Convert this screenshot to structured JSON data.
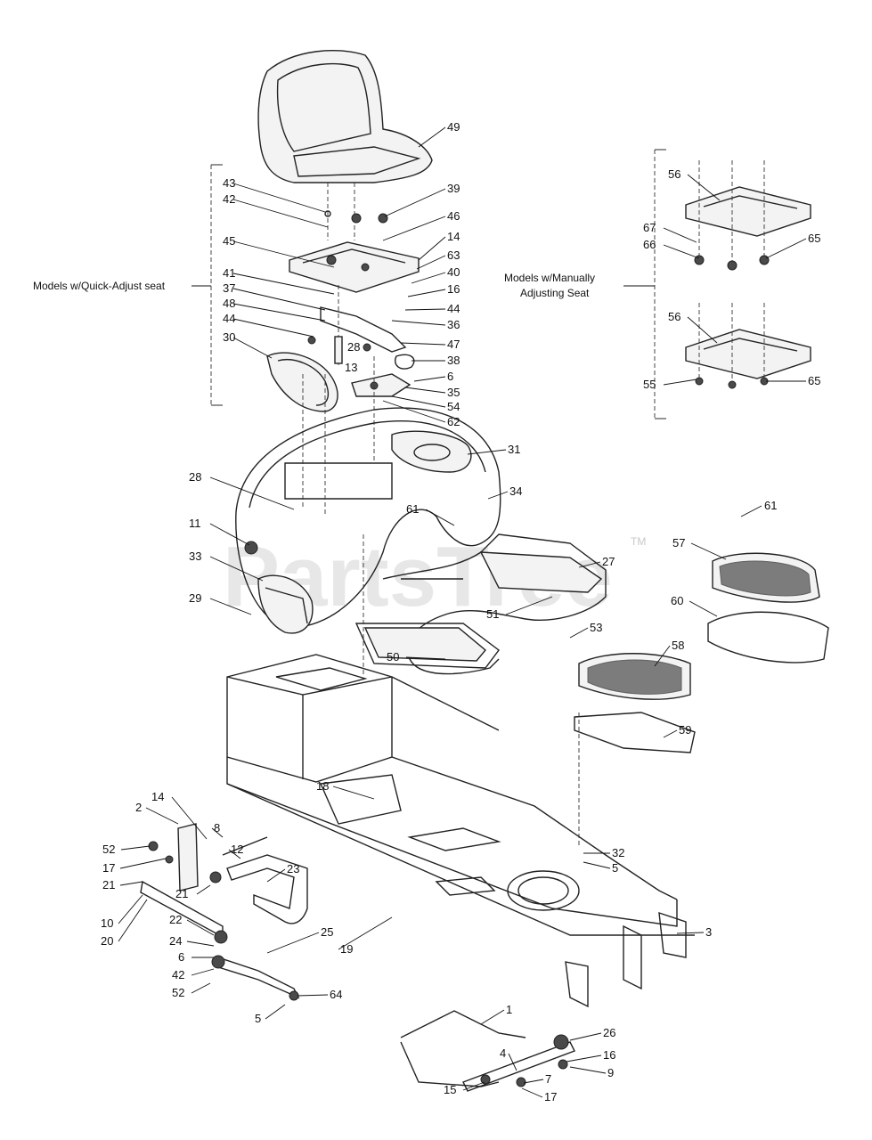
{
  "notes": {
    "quick_adjust": "Models w/Quick-Adjust seat",
    "manual_line1": "Models w/Manually",
    "manual_line2": "Adjusting Seat"
  },
  "watermark": {
    "text": "PartsTree",
    "tm": "TM"
  },
  "labels": [
    "49",
    "43",
    "42",
    "39",
    "46",
    "14",
    "45",
    "63",
    "40",
    "41",
    "16",
    "37",
    "48",
    "44",
    "36",
    "44",
    "28",
    "47",
    "30",
    "38",
    "13",
    "6",
    "35",
    "54",
    "62",
    "31",
    "34",
    "28",
    "61",
    "11",
    "27",
    "33",
    "51",
    "29",
    "50",
    "56",
    "67",
    "66",
    "65",
    "56",
    "55",
    "65",
    "61",
    "57",
    "60",
    "53",
    "58",
    "59",
    "18",
    "14",
    "2",
    "8",
    "52",
    "12",
    "23",
    "17",
    "21",
    "21",
    "10",
    "22",
    "20",
    "24",
    "25",
    "6",
    "19",
    "42",
    "52",
    "64",
    "5",
    "32",
    "5",
    "3",
    "1",
    "26",
    "16",
    "4",
    "9",
    "15",
    "7",
    "17"
  ]
}
